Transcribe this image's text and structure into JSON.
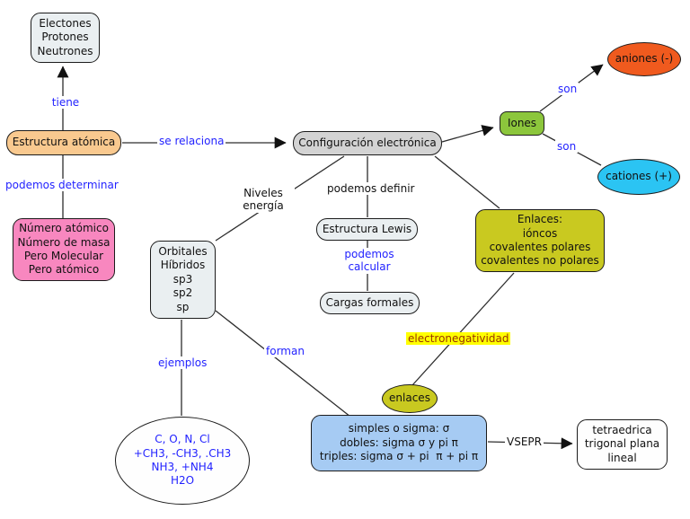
{
  "title": "Mapa conceptual: Estructura atómica y configuración electrónica",
  "colors": {
    "node_default_fill": "#EAEFF1",
    "config_fill": "#D3D3D3",
    "estructura_fill": "#F9C98F",
    "numeros_fill": "#F887BF",
    "iones_fill": "#8CC63C",
    "aniones_fill": "#F05A1E",
    "cationes_fill": "#2BC4F3",
    "olive_fill": "#C9C920",
    "sigma_fill": "#A6CBF3",
    "link_label_blue": "#2323FF",
    "highlight_background": "#FFFF00",
    "highlight_text": "#993300",
    "line_color": "#2d2d2d"
  },
  "nodes": {
    "particles": {
      "text": "Electones\nProtones\nNeutrones"
    },
    "estructura_atomica": {
      "text": "Estructura atómica"
    },
    "numeros": {
      "text": "Número atómico\nNúmero de masa\nPero Molecular\nPero atómico"
    },
    "config": {
      "text": "Configuración electrónica"
    },
    "estructura_lewis": {
      "text": "Estructura Lewis"
    },
    "cargas_formales": {
      "text": "Cargas formales"
    },
    "orbitales": {
      "text": "Orbitales\nHíbridos\nsp3\nsp2\nsp"
    },
    "iones": {
      "text": "Iones"
    },
    "aniones": {
      "text": "aniones (-)"
    },
    "cationes": {
      "text": "cationes (+)"
    },
    "enlaces_tipos": {
      "text": "Enlaces:\nióncos\ncovalentes polares\ncovalentes no polares"
    },
    "enlaces": {
      "text": "enlaces"
    },
    "sigma": {
      "text": "simples o sigma: σ\ndobles: sigma σ y pi π\ntriples: sigma σ + pi  π + pi π"
    },
    "geometrias": {
      "text": "tetraedrica\ntrigonal plana\nlineal"
    },
    "ejemplos_set": {
      "text": "C, O, N, Cl\n+CH3, -CH3, .CH3\nNH3, +NH4\nH2O"
    }
  },
  "labels": {
    "tiene": "tiene",
    "se_relaciona": "se relaciona",
    "podemos_determinar": "podemos determinar",
    "niveles_energia": "Niveles\nenergía",
    "podemos_definir": "podemos definir",
    "podemos_calcular": "podemos\ncalcular",
    "son_aniones": "son",
    "son_cationes": "son",
    "electronegatividad": "electronegatividad",
    "forman": "forman",
    "ejemplos": "ejemplos",
    "vsepr": "VSEPR"
  }
}
